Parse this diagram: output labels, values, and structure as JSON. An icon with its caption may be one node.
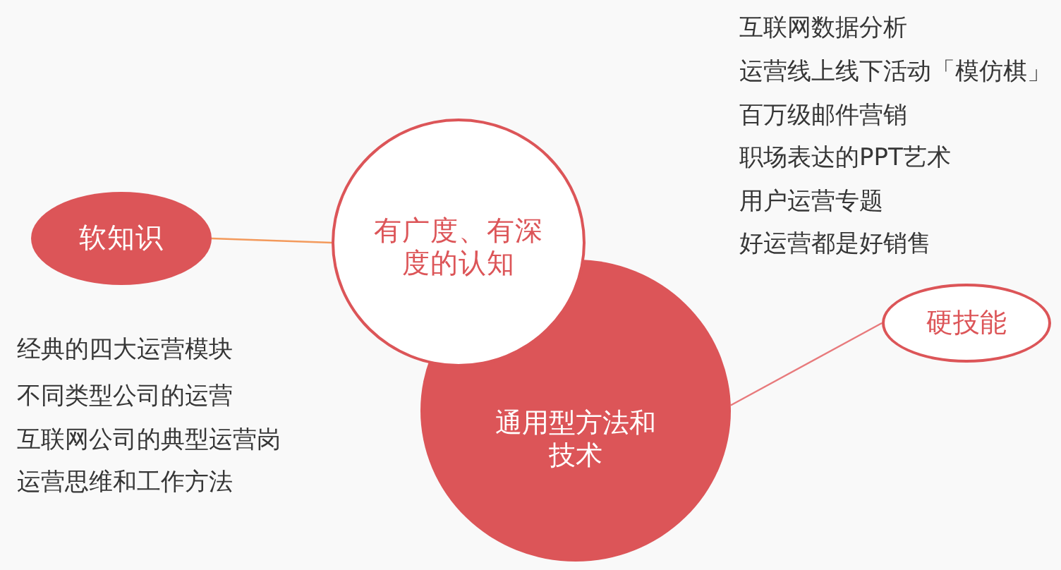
{
  "diagram": {
    "nodes": [
      {
        "text": [
          "软知识"
        ]
      },
      {
        "text": [
          "有广度、有深度的认知"
        ]
      },
      {
        "text": [
          "通用型方法和技术"
        ]
      },
      {
        "text": [
          "硬技能"
        ]
      }
    ],
    "edges": [
      {
        "from": 0,
        "to": 1,
        "arrow": "none",
        "color": "#f39a5c"
      },
      {
        "from": 2,
        "to": 3,
        "arrow": "none",
        "color": "#e87a7c"
      }
    ],
    "labels": [
      "互联网数据分析",
      "运营线上线下活动「模仿棋」",
      "百万级邮件营销",
      "职场表达的PPT艺术",
      "用户运营专题",
      "好运营都是好销售",
      "经典的四大运营模块",
      "不同类型公司的运营",
      "互联网公司的典型运营岗",
      "运营思维和工作方法"
    ]
  }
}
